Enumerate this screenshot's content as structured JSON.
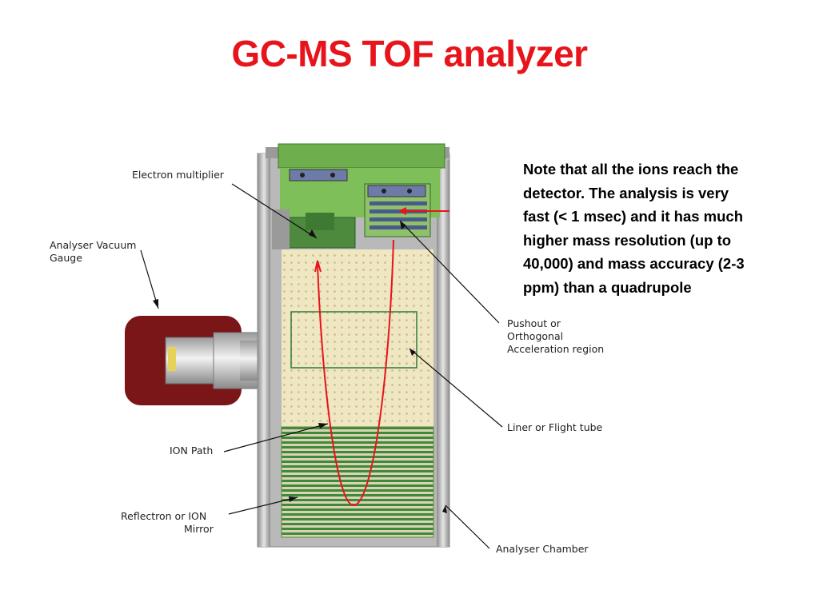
{
  "slide": {
    "title": "GC-MS TOF analyzer",
    "note_lines": "Note that all the ions reach the\ndetector. The analysis is very\nfast (< 1 msec) and it has much\nhigher mass resolution (up to\n40,000) and mass accuracy (2-3\nppm) than a quadrupole"
  },
  "labels": {
    "electron_multiplier": "Electron multiplier",
    "vacuum_gauge_1": "Analyser Vacuum",
    "vacuum_gauge_2": "Gauge",
    "pushout_1": "Pushout or",
    "pushout_2": "Orthogonal",
    "pushout_3": "Acceleration region",
    "liner": "Liner or Flight tube",
    "ion_path": "ION Path",
    "reflectron_1": "Reflectron or ION",
    "reflectron_2": "Mirror",
    "analyser_chamber": "Analyser Chamber"
  },
  "colors": {
    "title": "#e8141c",
    "ion_path": "#e8141c",
    "flight_tube": "#efe6c2",
    "chamber_wall": "#b9b9b9",
    "pcb": "#7fbf5a",
    "gauge_body": "#7a1518"
  }
}
